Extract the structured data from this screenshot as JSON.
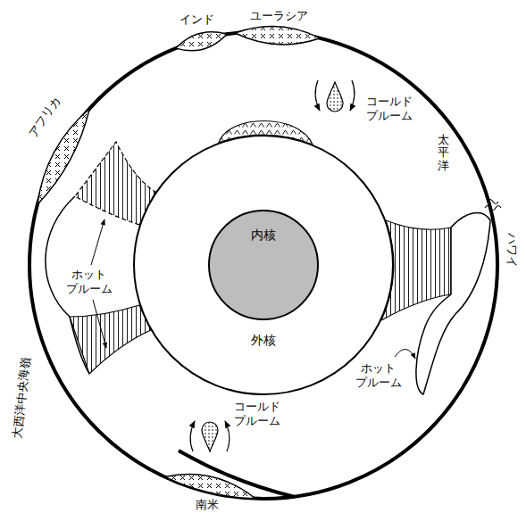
{
  "diagram": {
    "nodes": [
      {
        "text": [
          "外核"
        ]
      },
      {
        "text": [
          "内核"
        ],
        "in": 0
      }
    ],
    "labels": [
      "インド",
      "ユーラシア",
      "コールド プルーム",
      "太平洋",
      "ハワイ",
      "アフリカ",
      "ホット プルーム",
      "ホット プルーム",
      "大西洋中央海嶺",
      "コールド プルーム",
      "南米"
    ]
  }
}
